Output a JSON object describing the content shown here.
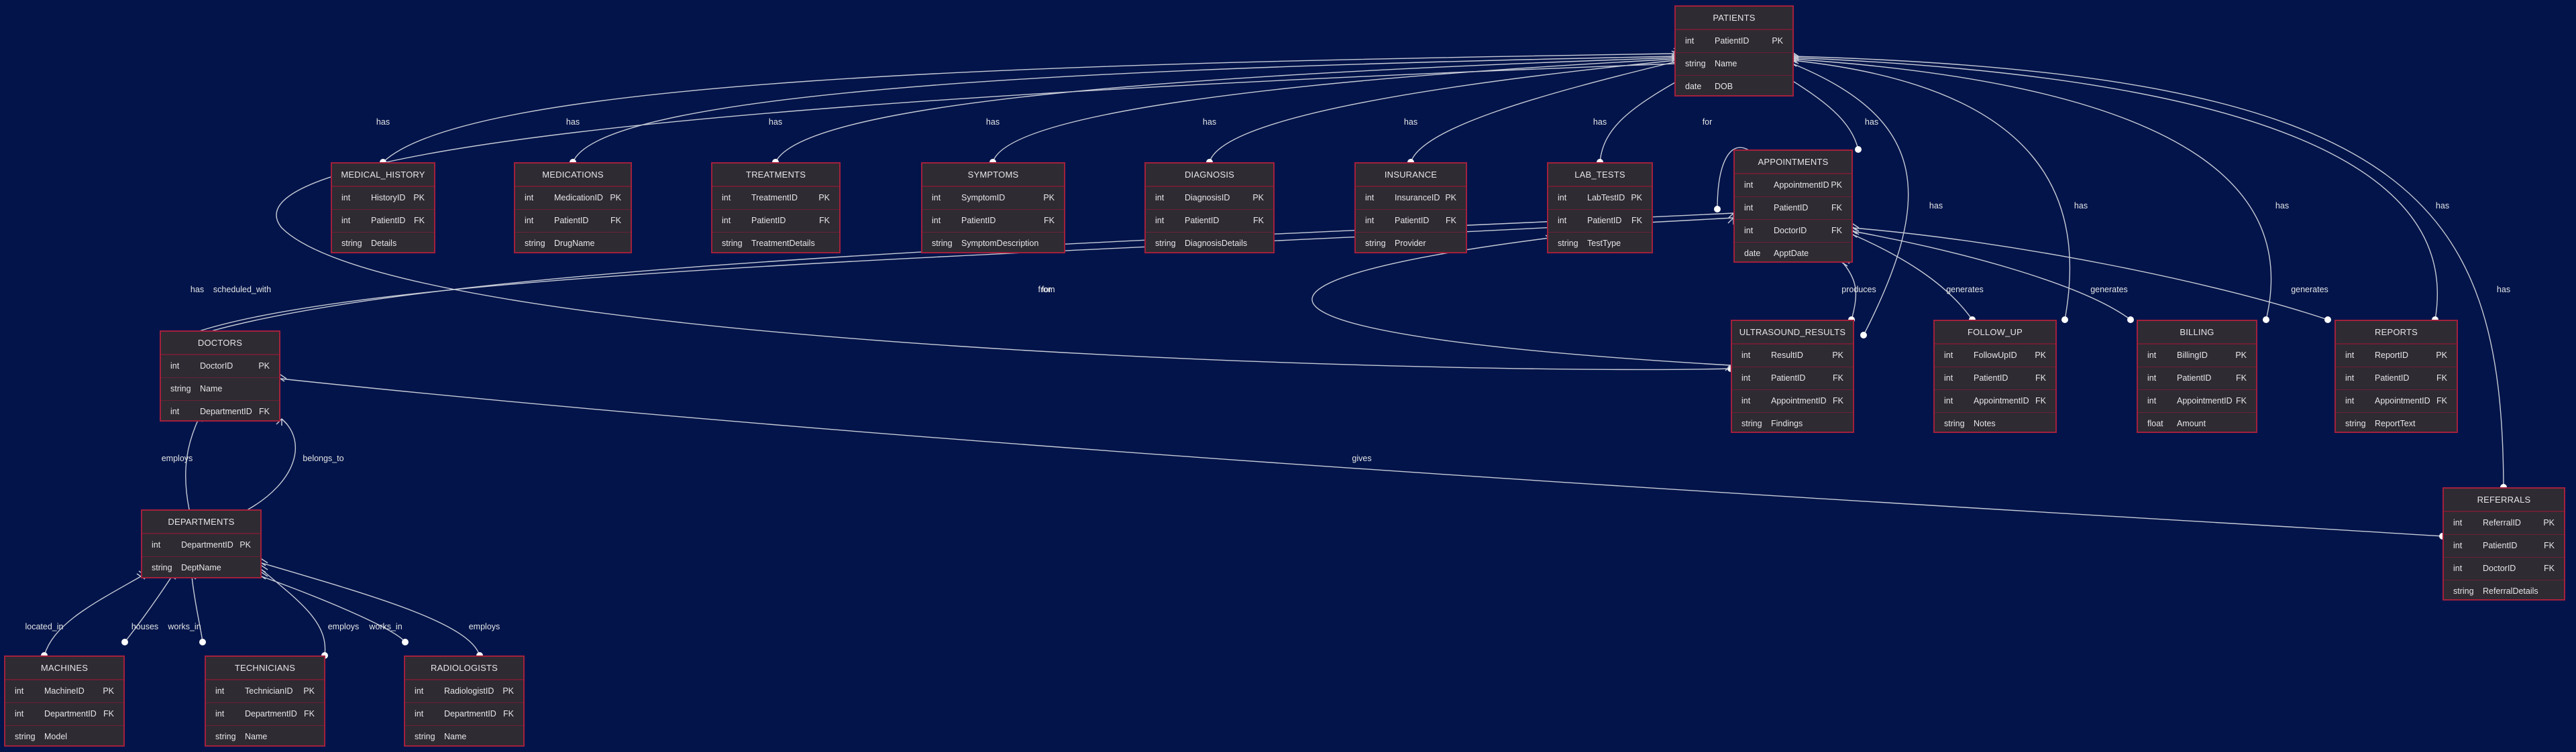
{
  "colors": {
    "background": "#02144a",
    "entity_fill": "#2e2b33",
    "entity_border": "#a3203c",
    "edge": "#c8cbd6",
    "text": "#e6e6e6"
  },
  "entities": [
    {
      "id": "patients",
      "name": "PATIENTS",
      "attrs": [
        [
          "int",
          "PatientID",
          "PK"
        ],
        [
          "string",
          "Name",
          ""
        ],
        [
          "date",
          "DOB",
          ""
        ]
      ]
    },
    {
      "id": "medical_history",
      "name": "MEDICAL_HISTORY",
      "attrs": [
        [
          "int",
          "HistoryID",
          "PK"
        ],
        [
          "int",
          "PatientID",
          "FK"
        ],
        [
          "string",
          "Details",
          ""
        ]
      ]
    },
    {
      "id": "medications",
      "name": "MEDICATIONS",
      "attrs": [
        [
          "int",
          "MedicationID",
          "PK"
        ],
        [
          "int",
          "PatientID",
          "FK"
        ],
        [
          "string",
          "DrugName",
          ""
        ]
      ]
    },
    {
      "id": "treatments",
      "name": "TREATMENTS",
      "attrs": [
        [
          "int",
          "TreatmentID",
          "PK"
        ],
        [
          "int",
          "PatientID",
          "FK"
        ],
        [
          "string",
          "TreatmentDetails",
          ""
        ]
      ]
    },
    {
      "id": "symptoms",
      "name": "SYMPTOMS",
      "attrs": [
        [
          "int",
          "SymptomID",
          "PK"
        ],
        [
          "int",
          "PatientID",
          "FK"
        ],
        [
          "string",
          "SymptomDescription",
          ""
        ]
      ]
    },
    {
      "id": "diagnosis",
      "name": "DIAGNOSIS",
      "attrs": [
        [
          "int",
          "DiagnosisID",
          "PK"
        ],
        [
          "int",
          "PatientID",
          "FK"
        ],
        [
          "string",
          "DiagnosisDetails",
          ""
        ]
      ]
    },
    {
      "id": "insurance",
      "name": "INSURANCE",
      "attrs": [
        [
          "int",
          "InsuranceID",
          "PK"
        ],
        [
          "int",
          "PatientID",
          "FK"
        ],
        [
          "string",
          "Provider",
          ""
        ]
      ]
    },
    {
      "id": "lab_tests",
      "name": "LAB_TESTS",
      "attrs": [
        [
          "int",
          "LabTestID",
          "PK"
        ],
        [
          "int",
          "PatientID",
          "FK"
        ],
        [
          "string",
          "TestType",
          ""
        ]
      ]
    },
    {
      "id": "appointments",
      "name": "APPOINTMENTS",
      "attrs": [
        [
          "int",
          "AppointmentID",
          "PK"
        ],
        [
          "int",
          "PatientID",
          "FK"
        ],
        [
          "int",
          "DoctorID",
          "FK"
        ],
        [
          "date",
          "ApptDate",
          ""
        ]
      ]
    },
    {
      "id": "doctors",
      "name": "DOCTORS",
      "attrs": [
        [
          "int",
          "DoctorID",
          "PK"
        ],
        [
          "string",
          "Name",
          ""
        ],
        [
          "int",
          "DepartmentID",
          "FK"
        ]
      ]
    },
    {
      "id": "ultrasound_results",
      "name": "ULTRASOUND_RESULTS",
      "attrs": [
        [
          "int",
          "ResultID",
          "PK"
        ],
        [
          "int",
          "PatientID",
          "FK"
        ],
        [
          "int",
          "AppointmentID",
          "FK"
        ],
        [
          "string",
          "Findings",
          ""
        ]
      ]
    },
    {
      "id": "follow_up",
      "name": "FOLLOW_UP",
      "attrs": [
        [
          "int",
          "FollowUpID",
          "PK"
        ],
        [
          "int",
          "PatientID",
          "FK"
        ],
        [
          "int",
          "AppointmentID",
          "FK"
        ],
        [
          "string",
          "Notes",
          ""
        ]
      ]
    },
    {
      "id": "billing",
      "name": "BILLING",
      "attrs": [
        [
          "int",
          "BillingID",
          "PK"
        ],
        [
          "int",
          "PatientID",
          "FK"
        ],
        [
          "int",
          "AppointmentID",
          "FK"
        ],
        [
          "float",
          "Amount",
          ""
        ]
      ]
    },
    {
      "id": "reports",
      "name": "REPORTS",
      "attrs": [
        [
          "int",
          "ReportID",
          "PK"
        ],
        [
          "int",
          "PatientID",
          "FK"
        ],
        [
          "int",
          "AppointmentID",
          "FK"
        ],
        [
          "string",
          "ReportText",
          ""
        ]
      ]
    },
    {
      "id": "referrals",
      "name": "REFERRALS",
      "attrs": [
        [
          "int",
          "ReferralID",
          "PK"
        ],
        [
          "int",
          "PatientID",
          "FK"
        ],
        [
          "int",
          "DoctorID",
          "FK"
        ],
        [
          "string",
          "ReferralDetails",
          ""
        ]
      ]
    },
    {
      "id": "departments",
      "name": "DEPARTMENTS",
      "attrs": [
        [
          "int",
          "DepartmentID",
          "PK"
        ],
        [
          "string",
          "DeptName",
          ""
        ]
      ]
    },
    {
      "id": "machines",
      "name": "MACHINES",
      "attrs": [
        [
          "int",
          "MachineID",
          "PK"
        ],
        [
          "int",
          "DepartmentID",
          "FK"
        ],
        [
          "string",
          "Model",
          ""
        ]
      ]
    },
    {
      "id": "technicians",
      "name": "TECHNICIANS",
      "attrs": [
        [
          "int",
          "TechnicianID",
          "PK"
        ],
        [
          "int",
          "DepartmentID",
          "FK"
        ],
        [
          "string",
          "Name",
          ""
        ]
      ]
    },
    {
      "id": "radiologists",
      "name": "RADIOLOGISTS",
      "attrs": [
        [
          "int",
          "RadiologistID",
          "PK"
        ],
        [
          "int",
          "DepartmentID",
          "FK"
        ],
        [
          "string",
          "Name",
          ""
        ]
      ]
    }
  ],
  "relationships": [
    {
      "from": "patients",
      "to": "medical_history",
      "label": "has"
    },
    {
      "from": "patients",
      "to": "medications",
      "label": "has"
    },
    {
      "from": "patients",
      "to": "treatments",
      "label": "has"
    },
    {
      "from": "patients",
      "to": "symptoms",
      "label": "has"
    },
    {
      "from": "patients",
      "to": "diagnosis",
      "label": "has"
    },
    {
      "from": "patients",
      "to": "insurance",
      "label": "has"
    },
    {
      "from": "patients",
      "to": "lab_tests",
      "label": "has"
    },
    {
      "from": "patients",
      "to": "appointments",
      "label": "has"
    },
    {
      "from": "patients",
      "to": "ultrasound_results",
      "label": "has"
    },
    {
      "from": "patients",
      "to": "follow_up",
      "label": "has"
    },
    {
      "from": "patients",
      "to": "billing",
      "label": "has"
    },
    {
      "from": "patients",
      "to": "reports",
      "label": "has"
    },
    {
      "from": "patients",
      "to": "referrals",
      "label": "has"
    },
    {
      "from": "doctors",
      "to": "appointments",
      "label": "has"
    },
    {
      "from": "doctors",
      "to": "appointments",
      "label": "scheduled_with"
    },
    {
      "from": "appointments",
      "to": "appointments",
      "label": "for"
    },
    {
      "from": "patients",
      "to": "ultrasound_results",
      "label": "for"
    },
    {
      "from": "ultrasound_results",
      "to": "lab_tests",
      "label": "from"
    },
    {
      "from": "appointments",
      "to": "ultrasound_results",
      "label": "produces"
    },
    {
      "from": "appointments",
      "to": "follow_up",
      "label": "generates"
    },
    {
      "from": "appointments",
      "to": "billing",
      "label": "generates"
    },
    {
      "from": "appointments",
      "to": "reports",
      "label": "generates"
    },
    {
      "from": "doctors",
      "to": "referrals",
      "label": "gives"
    },
    {
      "from": "departments",
      "to": "doctors",
      "label": "employs"
    },
    {
      "from": "doctors",
      "to": "departments",
      "label": "belongs_to"
    },
    {
      "from": "departments",
      "to": "machines",
      "label": "located_in"
    },
    {
      "from": "departments",
      "to": "machines",
      "label": "houses"
    },
    {
      "from": "departments",
      "to": "technicians",
      "label": "works_in"
    },
    {
      "from": "departments",
      "to": "technicians",
      "label": "employs"
    },
    {
      "from": "departments",
      "to": "radiologists",
      "label": "works_in"
    },
    {
      "from": "departments",
      "to": "radiologists",
      "label": "employs"
    }
  ]
}
